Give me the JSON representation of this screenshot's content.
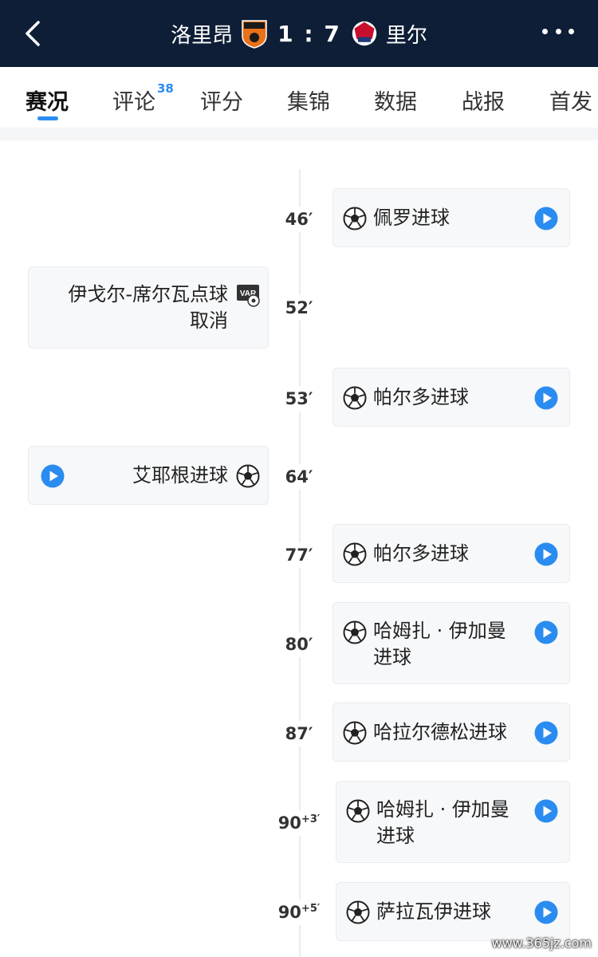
{
  "header": {
    "home_team": "洛里昂",
    "away_team": "里尔",
    "score": "1 : 7"
  },
  "tabs": [
    {
      "label": "赛况",
      "active": true
    },
    {
      "label": "评论",
      "badge": "38"
    },
    {
      "label": "评分"
    },
    {
      "label": "集锦"
    },
    {
      "label": "数据"
    },
    {
      "label": "战报"
    },
    {
      "label": "首发"
    }
  ],
  "events": [
    {
      "minute": "46′",
      "side": "away",
      "text": "佩罗进球",
      "icon": "ball-icon",
      "video": true
    },
    {
      "minute": "52′",
      "side": "home",
      "text": "伊戈尔-席尔瓦点球取消",
      "text_line1": "伊戈尔-席尔瓦点球",
      "text_line2": "取消",
      "icon": "var-icon",
      "video": false
    },
    {
      "minute": "53′",
      "side": "away",
      "text": "帕尔多进球",
      "icon": "ball-icon",
      "video": true
    },
    {
      "minute": "64′",
      "side": "home",
      "text": "艾耶根进球",
      "icon": "ball-icon",
      "video": true
    },
    {
      "minute": "77′",
      "side": "away",
      "text": "帕尔多进球",
      "icon": "ball-icon",
      "video": true
    },
    {
      "minute": "80′",
      "side": "away",
      "text_line1": "哈姆扎 · 伊加曼",
      "text_line2": "进球",
      "icon": "ball-icon",
      "video": true
    },
    {
      "minute": "87′",
      "side": "away",
      "text": "哈拉尔德松进球",
      "icon": "ball-icon",
      "video": true
    },
    {
      "minute": "90",
      "minute_extra": "+3′",
      "side": "away",
      "text_line1": "哈姆扎 · 伊加曼",
      "text_line2": "进球",
      "icon": "ball-icon",
      "video": true
    },
    {
      "minute": "90",
      "minute_extra": "+5′",
      "side": "away",
      "text": "萨拉瓦伊进球",
      "icon": "ball-icon",
      "video": true
    }
  ],
  "colors": {
    "header_bg": "#0e1e36",
    "accent": "#2a8cf0",
    "home_crest": "#e8711a",
    "away_crest": "#c8102e"
  },
  "watermark": "www.365jz.com"
}
